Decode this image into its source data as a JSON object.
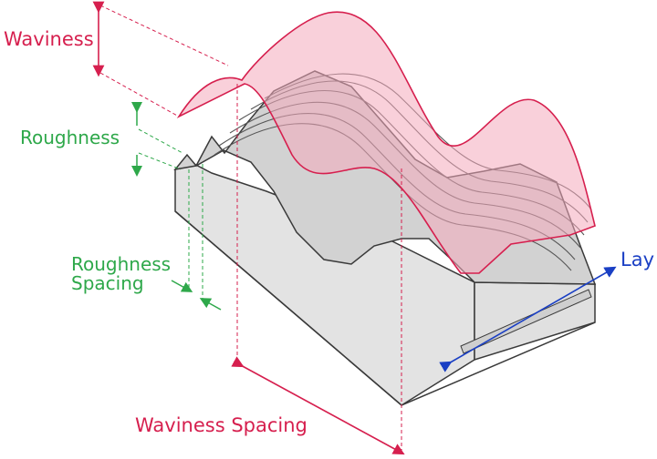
{
  "labels": {
    "waviness": "Waviness",
    "roughness": "Roughness",
    "roughness_spacing_line1": "Roughness",
    "roughness_spacing_line2": "Spacing",
    "waviness_spacing": "Waviness Spacing",
    "lay": "Lay"
  },
  "colors": {
    "waviness": "#d61f4e",
    "roughness": "#2ea84a",
    "lay": "#1a3fc4",
    "block_light": "#ececec",
    "block_front": "#dcdcdc",
    "block_shadow": "#bdbdbd",
    "outline": "#3a3a3a",
    "wave_fill": "#f4a9bb"
  }
}
